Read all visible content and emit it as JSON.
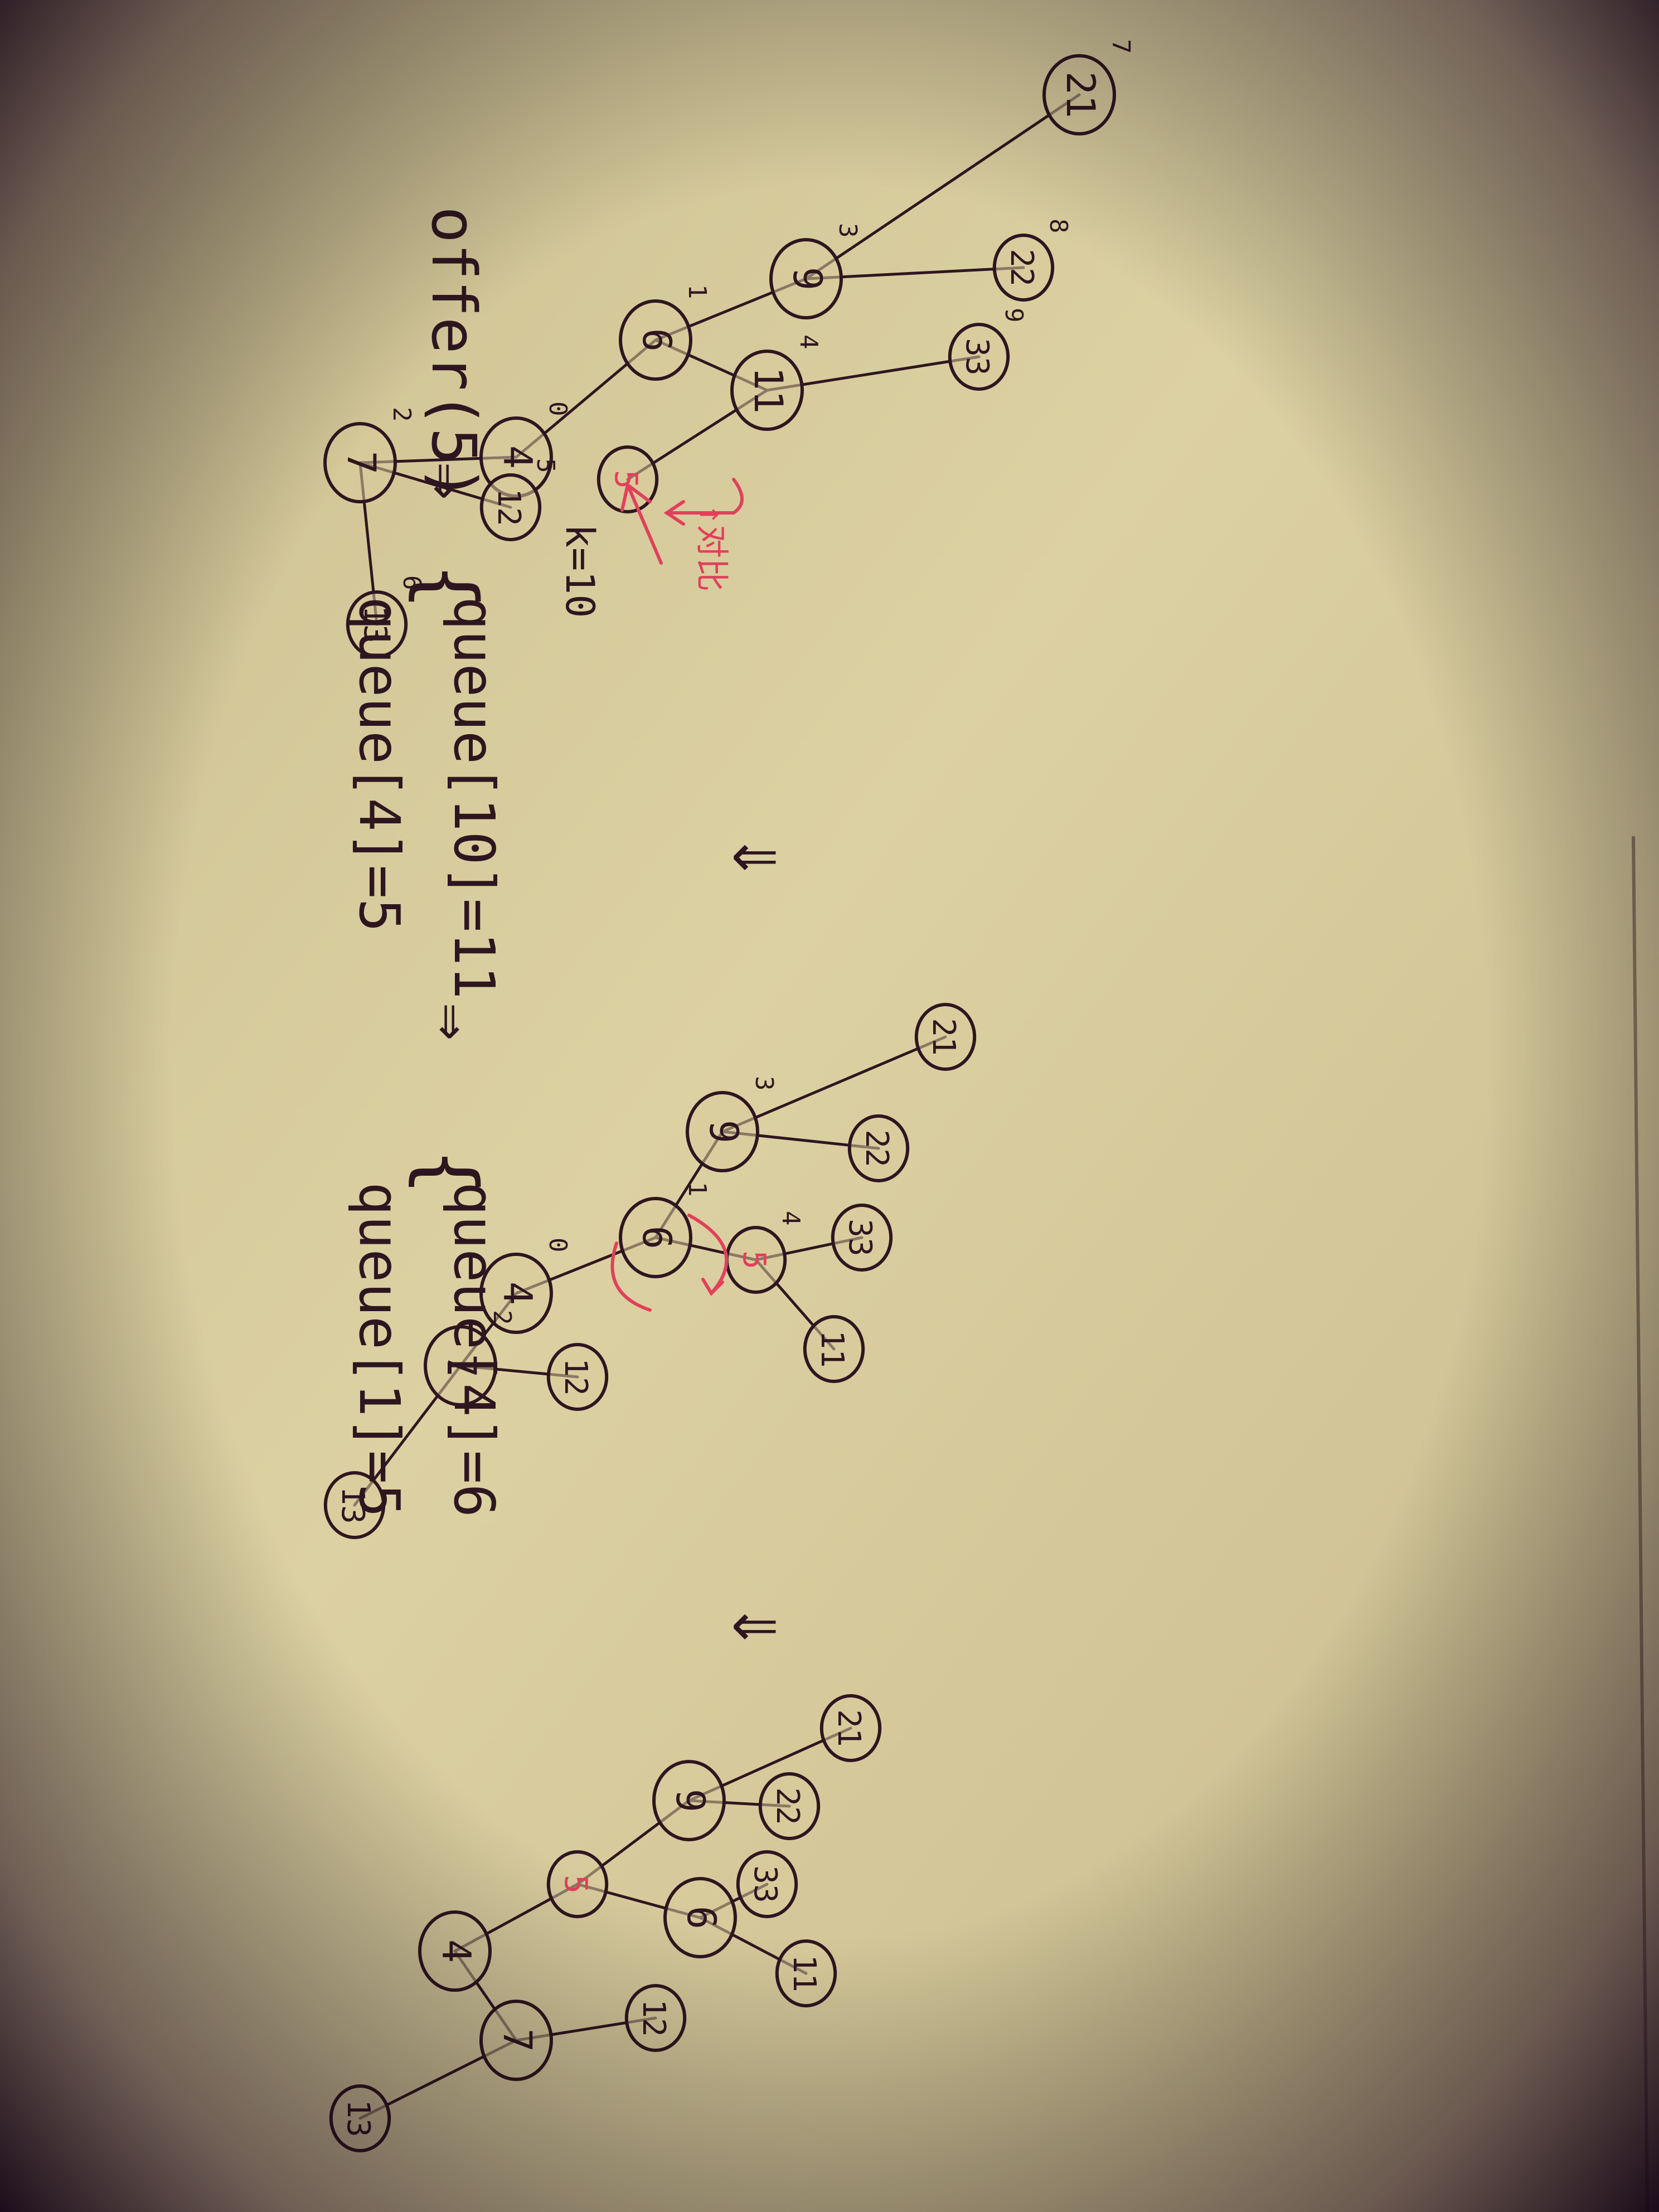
{
  "colors": {
    "paper": "#d8cc9c",
    "paper_edge": "#a89670",
    "ink": "#2e1620",
    "red_ink": "#e2405a",
    "vignette": "#160516"
  },
  "diagrams": [
    {
      "id": "before",
      "nodes": [
        {
          "id": "n4",
          "label": "4",
          "index": "0"
        },
        {
          "id": "n6",
          "label": "6",
          "index": "1"
        },
        {
          "id": "n7",
          "label": "7",
          "index": "2"
        },
        {
          "id": "n9",
          "label": "9",
          "index": "3"
        },
        {
          "id": "n11",
          "label": "11",
          "index": "4"
        },
        {
          "id": "n12",
          "label": "12",
          "index": "5"
        },
        {
          "id": "n13",
          "label": "13",
          "index": "6"
        },
        {
          "id": "n21",
          "label": "21",
          "index": "7"
        },
        {
          "id": "n22",
          "label": "22",
          "index": "8"
        },
        {
          "id": "n33",
          "label": "33",
          "index": "9"
        },
        {
          "id": "n5",
          "label": "5",
          "index": "",
          "highlight": true
        }
      ],
      "edges": [
        [
          "n4",
          "n6"
        ],
        [
          "n4",
          "n7"
        ],
        [
          "n6",
          "n9"
        ],
        [
          "n6",
          "n11"
        ],
        [
          "n7",
          "n12"
        ],
        [
          "n7",
          "n13"
        ],
        [
          "n9",
          "n21"
        ],
        [
          "n9",
          "n22"
        ],
        [
          "n11",
          "n33"
        ],
        [
          "n11",
          "n5"
        ]
      ],
      "annotations": {
        "k": "k=10",
        "red_note": "↑对比"
      }
    },
    {
      "id": "middle",
      "nodes": [
        {
          "id": "m4",
          "label": "4",
          "index": "0"
        },
        {
          "id": "m6",
          "label": "6",
          "index": "1"
        },
        {
          "id": "m7",
          "label": "7",
          "index": "2"
        },
        {
          "id": "m9",
          "label": "9",
          "index": "3"
        },
        {
          "id": "m5",
          "label": "5",
          "index": "4",
          "highlight": true
        },
        {
          "id": "m12",
          "label": "12",
          "index": ""
        },
        {
          "id": "m13",
          "label": "13",
          "index": ""
        },
        {
          "id": "m21",
          "label": "21",
          "index": ""
        },
        {
          "id": "m22",
          "label": "22",
          "index": ""
        },
        {
          "id": "m33",
          "label": "33",
          "index": ""
        },
        {
          "id": "m11",
          "label": "11",
          "index": ""
        }
      ],
      "edges": [
        [
          "m4",
          "m6"
        ],
        [
          "m4",
          "m7"
        ],
        [
          "m6",
          "m9"
        ],
        [
          "m6",
          "m5"
        ],
        [
          "m7",
          "m12"
        ],
        [
          "m7",
          "m13"
        ],
        [
          "m9",
          "m21"
        ],
        [
          "m9",
          "m22"
        ],
        [
          "m5",
          "m33"
        ],
        [
          "m5",
          "m11"
        ]
      ]
    },
    {
      "id": "after",
      "nodes": [
        {
          "id": "a4",
          "label": "4",
          "index": ""
        },
        {
          "id": "a5",
          "label": "5",
          "index": "",
          "highlight": true
        },
        {
          "id": "a7",
          "label": "7",
          "index": ""
        },
        {
          "id": "a9",
          "label": "9",
          "index": ""
        },
        {
          "id": "a6",
          "label": "6",
          "index": ""
        },
        {
          "id": "a12",
          "label": "12",
          "index": ""
        },
        {
          "id": "a13",
          "label": "13",
          "index": ""
        },
        {
          "id": "a21",
          "label": "21",
          "index": ""
        },
        {
          "id": "a22",
          "label": "22",
          "index": ""
        },
        {
          "id": "a33",
          "label": "33",
          "index": ""
        },
        {
          "id": "a11",
          "label": "11",
          "index": ""
        }
      ],
      "edges": [
        [
          "a4",
          "a5"
        ],
        [
          "a4",
          "a7"
        ],
        [
          "a5",
          "a9"
        ],
        [
          "a5",
          "a6"
        ],
        [
          "a7",
          "a12"
        ],
        [
          "a7",
          "a13"
        ],
        [
          "a9",
          "a21"
        ],
        [
          "a9",
          "a22"
        ],
        [
          "a6",
          "a33"
        ],
        [
          "a6",
          "a11"
        ]
      ]
    }
  ],
  "notes": {
    "offer": "offer(5)",
    "implies_1": "⇒",
    "q1": "queue[10]=11",
    "q2": "queue[4]=5",
    "implies_2": "⇒",
    "q3": "queue[4]=6",
    "q4": "queue[1]=5",
    "arrow_down_1": "⇒",
    "arrow_down_2": "⇒"
  }
}
